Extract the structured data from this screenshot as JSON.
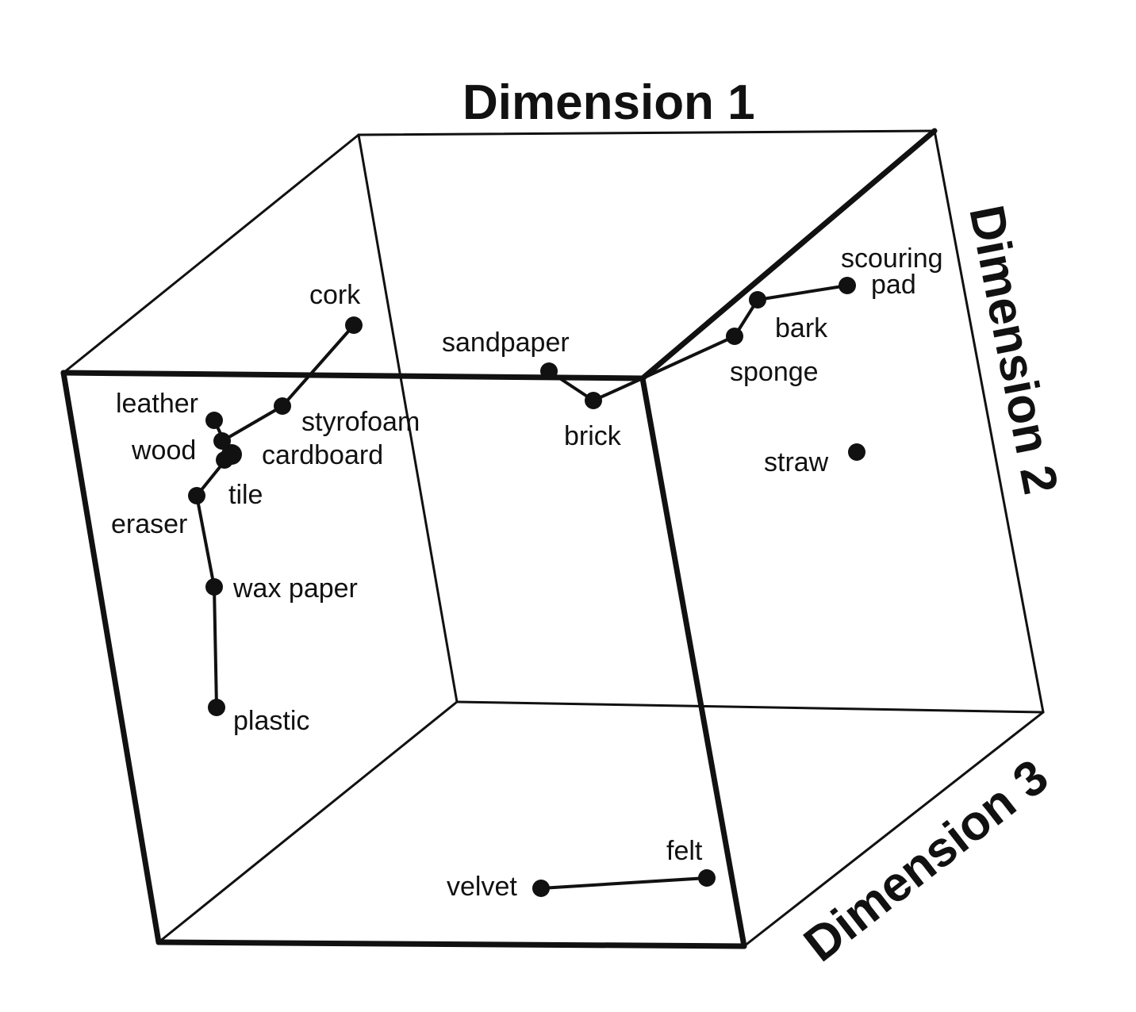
{
  "axes": {
    "dimension1": "Dimension 1",
    "dimension2": "Dimension 2",
    "dimension3": "Dimension 3"
  },
  "materials": {
    "cork": "cork",
    "styrofoam": "styrofoam",
    "leather": "leather",
    "wood": "wood",
    "cardboard": "cardboard",
    "tile": "tile",
    "eraser": "eraser",
    "wax_paper": "wax paper",
    "plastic": "plastic",
    "sandpaper": "sandpaper",
    "brick": "brick",
    "scouring_pad_line1": "scouring",
    "scouring_pad_line2": "pad",
    "bark": "bark",
    "sponge": "sponge",
    "straw": "straw",
    "felt": "felt",
    "velvet": "velvet"
  }
}
